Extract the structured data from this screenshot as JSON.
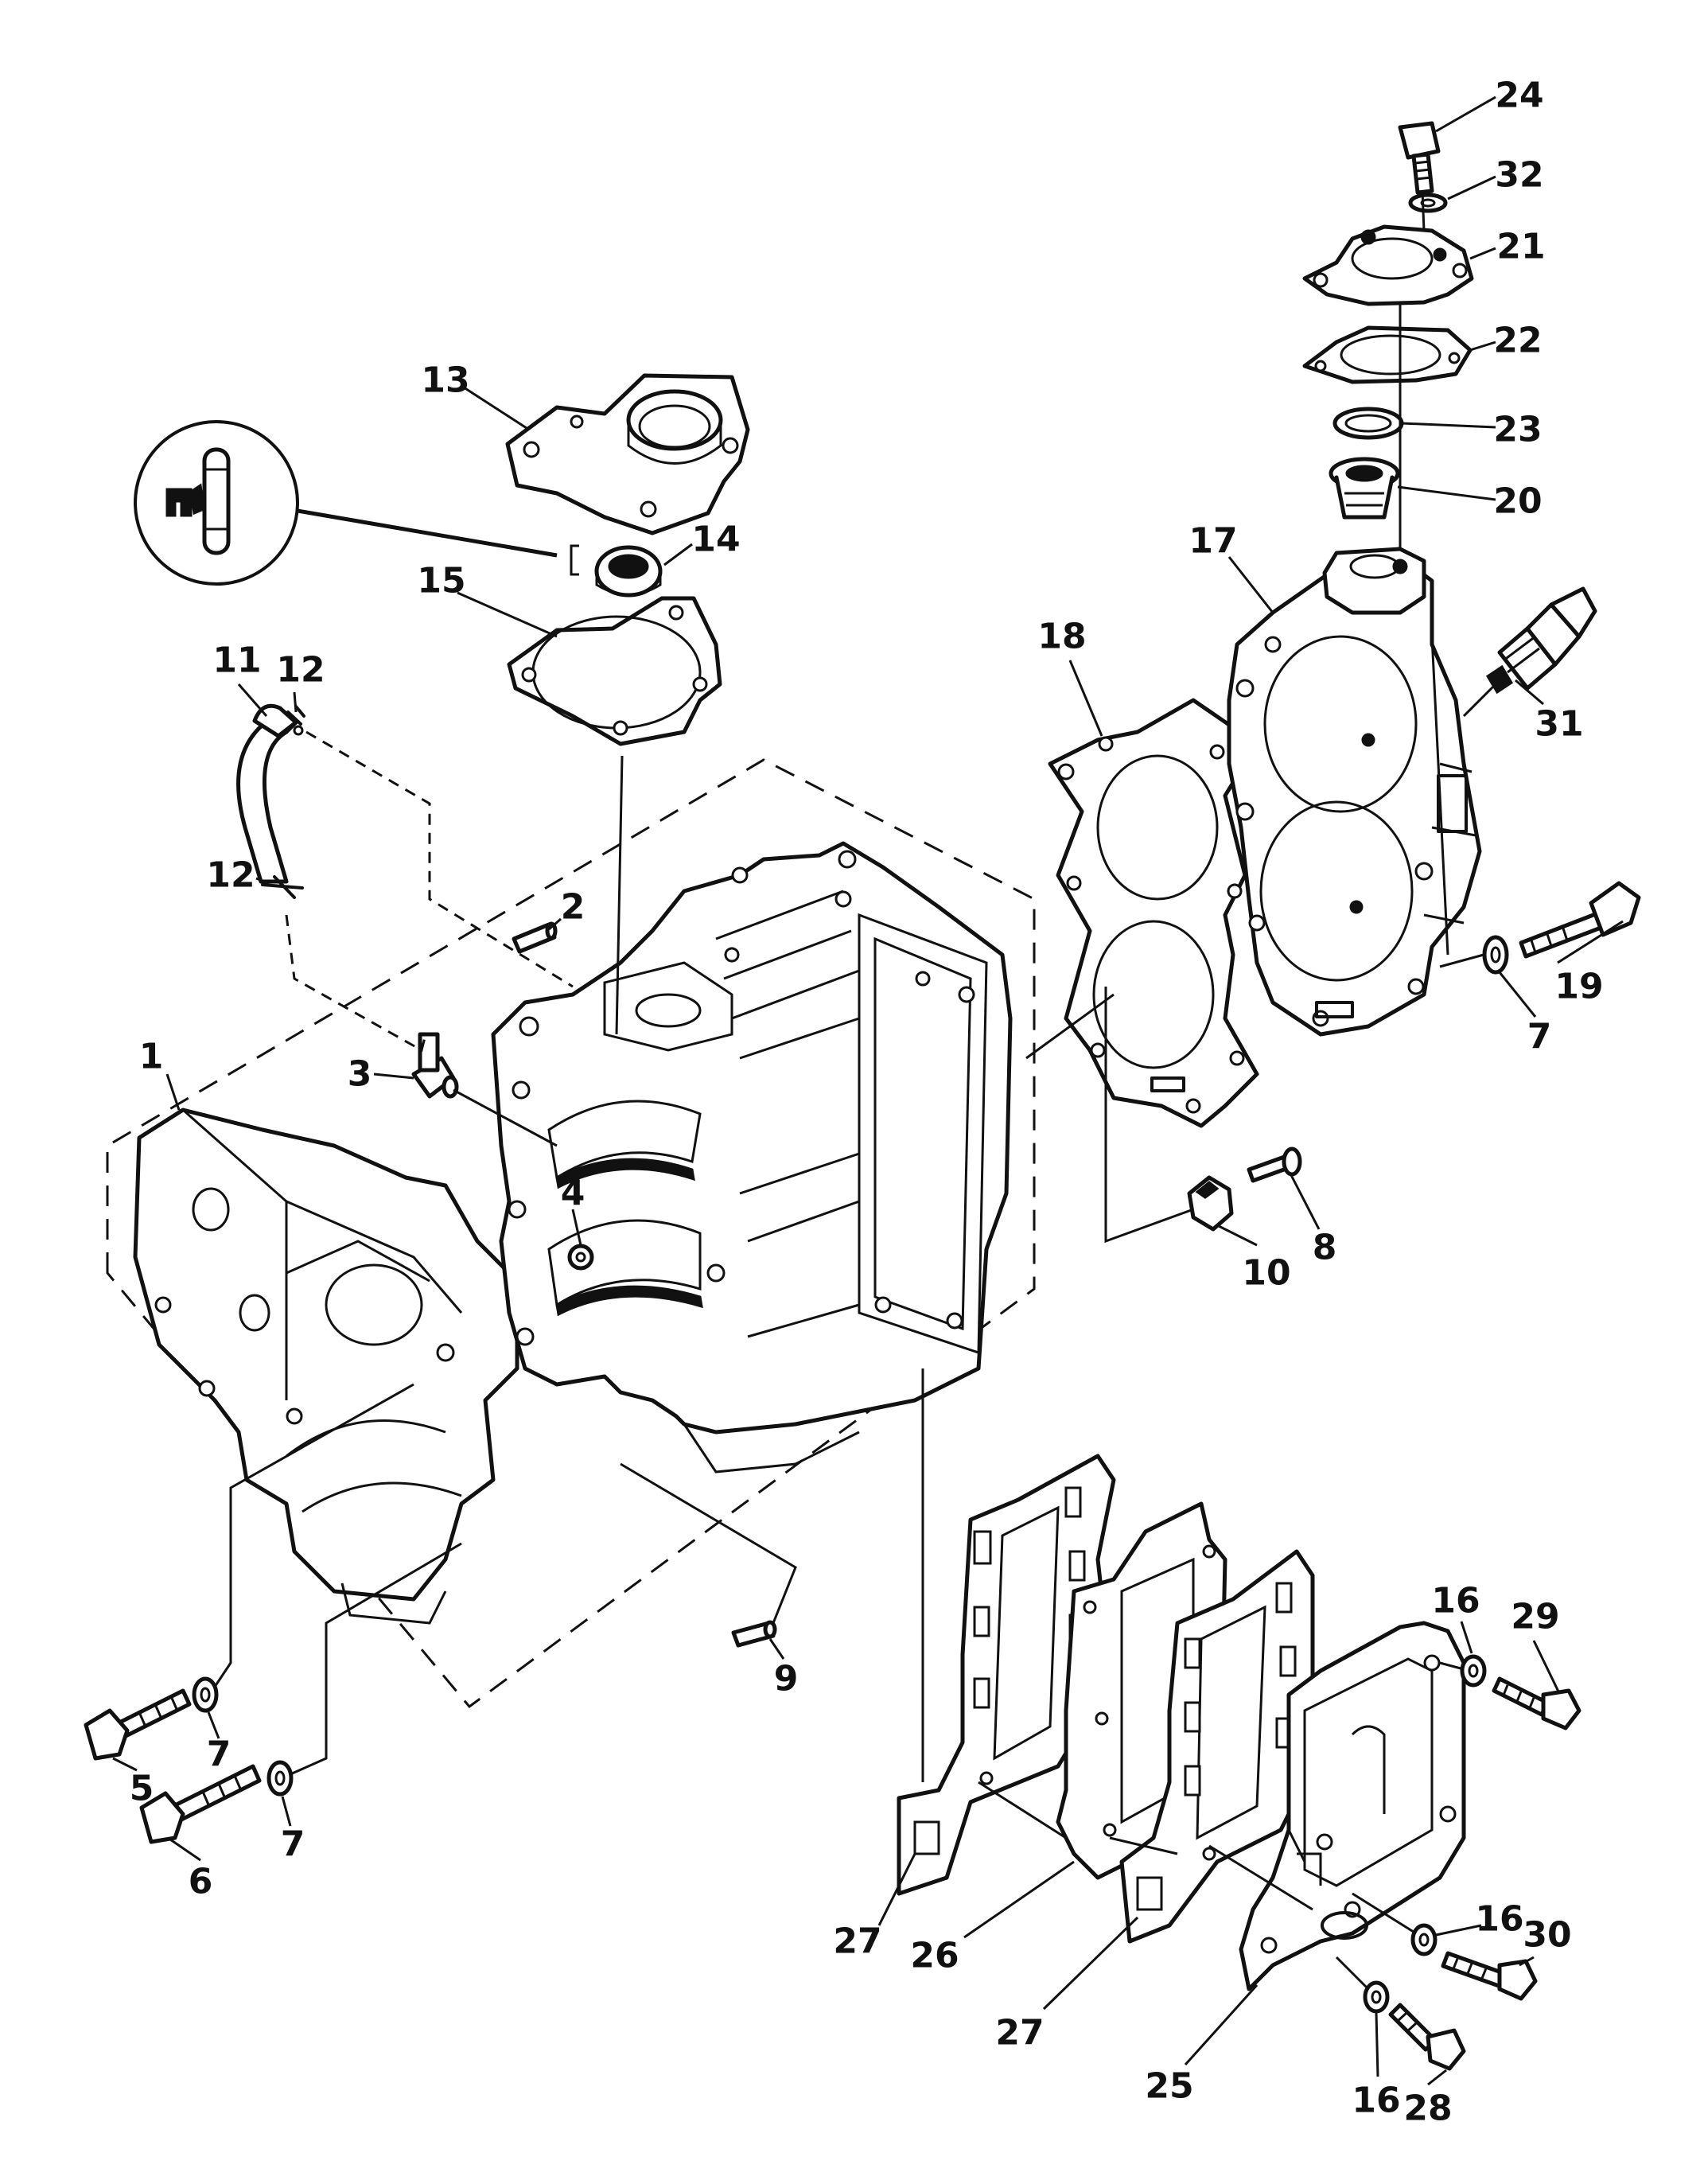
{
  "callouts": {
    "c1": "1",
    "c2": "2",
    "c3": "3",
    "c4": "4",
    "c5": "5",
    "c6": "6",
    "c7a": "7",
    "c7b": "7",
    "c7c": "7",
    "c8": "8",
    "c9": "9",
    "c10": "10",
    "c11": "11",
    "c12a": "12",
    "c12b": "12",
    "c13": "13",
    "c14": "14",
    "c15": "15",
    "c16a": "16",
    "c16b": "16",
    "c16c": "16",
    "c17": "17",
    "c18": "18",
    "c19": "19",
    "c20": "20",
    "c21": "21",
    "c22": "22",
    "c23": "23",
    "c24": "24",
    "c25": "25",
    "c26": "26",
    "c27a": "27",
    "c27b": "27",
    "c28": "28",
    "c29": "29",
    "c30": "30",
    "c31": "31",
    "c32": "32"
  },
  "colors": {
    "ink": "#111111",
    "paper": "#ffffff"
  }
}
